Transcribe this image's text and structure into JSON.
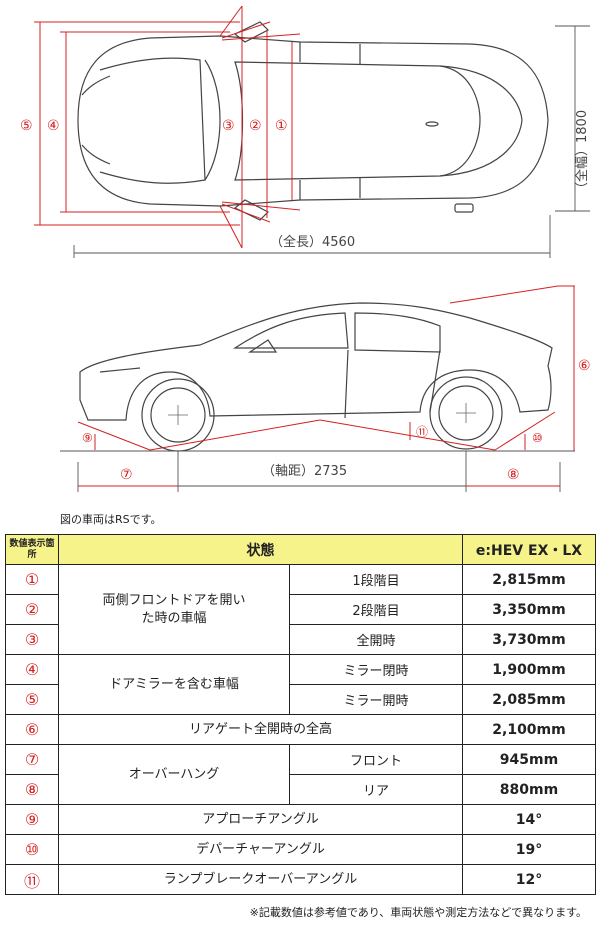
{
  "diagram": {
    "top_view": {
      "width_label": "（全幅）1800",
      "length_label": "（全長）4560",
      "markers": [
        "⑤",
        "④",
        "③",
        "②",
        "①"
      ]
    },
    "side_view": {
      "wheelbase_label": "（軸距）2735",
      "markers": [
        "⑥",
        "⑦",
        "⑧",
        "⑨",
        "⑩",
        "⑪"
      ]
    }
  },
  "note_top": "図の車両はRSです。",
  "table": {
    "headers": {
      "no": "数値表示箇所",
      "state": "状態",
      "model": "e:HEV EX・LX"
    },
    "rows": [
      {
        "no": "①",
        "state": "両側フロントドアを開いた時の車幅",
        "sub": "1段階目",
        "value": "2,815mm"
      },
      {
        "no": "②",
        "sub": "2段階目",
        "value": "3,350mm"
      },
      {
        "no": "③",
        "sub": "全開時",
        "value": "3,730mm"
      },
      {
        "no": "④",
        "state": "ドアミラーを含む車幅",
        "sub": "ミラー閉時",
        "value": "1,900mm"
      },
      {
        "no": "⑤",
        "sub": "ミラー開時",
        "value": "2,085mm"
      },
      {
        "no": "⑥",
        "state": "リアゲート全開時の全高",
        "value": "2,100mm"
      },
      {
        "no": "⑦",
        "state": "オーバーハング",
        "sub": "フロント",
        "value": "945mm"
      },
      {
        "no": "⑧",
        "sub": "リア",
        "value": "880mm"
      },
      {
        "no": "⑨",
        "state": "アプローチアングル",
        "value": "14°"
      },
      {
        "no": "⑩",
        "state": "デパーチャーアングル",
        "value": "19°"
      },
      {
        "no": "⑪",
        "state": "ランプブレークオーバーアングル",
        "value": "12°"
      }
    ]
  },
  "note_bottom": "※記載数値は参考値であり、車両状態や測定方法などで異なります。",
  "colors": {
    "accent_red": "#d42020",
    "header_yellow": "#f6f38a"
  }
}
